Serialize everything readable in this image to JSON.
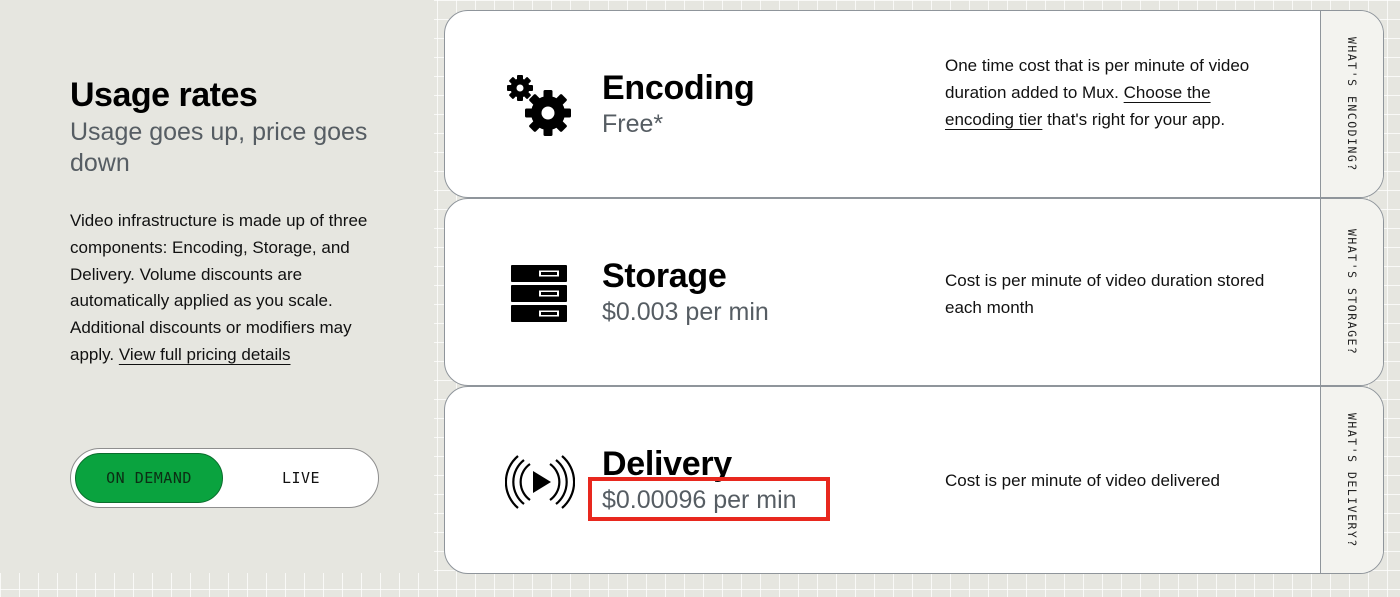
{
  "sidebar": {
    "title": "Usage rates",
    "subtitle": "Usage goes up, price goes down",
    "description": "Video infrastructure is made up of three components: Encoding, Storage, and Delivery. Volume discounts are automatically applied as you scale. Additional discounts or modifiers may apply.",
    "link_label": "View full pricing details"
  },
  "toggle": {
    "options": [
      "ON DEMAND",
      "LIVE"
    ],
    "selected": "ON DEMAND"
  },
  "cards": [
    {
      "name": "Encoding",
      "price": "Free*",
      "icon": "gears-icon",
      "desc_before": "One time cost that is per minute of video duration added to Mux.",
      "desc_link": "Choose the encoding tier",
      "desc_after": "that's right for your app.",
      "side_tab": "WHAT'S ENCODING?"
    },
    {
      "name": "Storage",
      "price": "$0.003 per min",
      "icon": "server-icon",
      "description": "Cost is per minute of video duration stored each month",
      "side_tab": "WHAT'S STORAGE?"
    },
    {
      "name": "Delivery",
      "price": "$0.00096 per min",
      "icon": "play-broadcast-icon",
      "description": "Cost is per minute of video delivered",
      "side_tab": "WHAT'S DELIVERY?"
    }
  ],
  "colors": {
    "accent_green": "#0aa33f",
    "highlight_red": "#e8281e",
    "background": "#e6e6e0",
    "muted_text": "#565d63"
  }
}
